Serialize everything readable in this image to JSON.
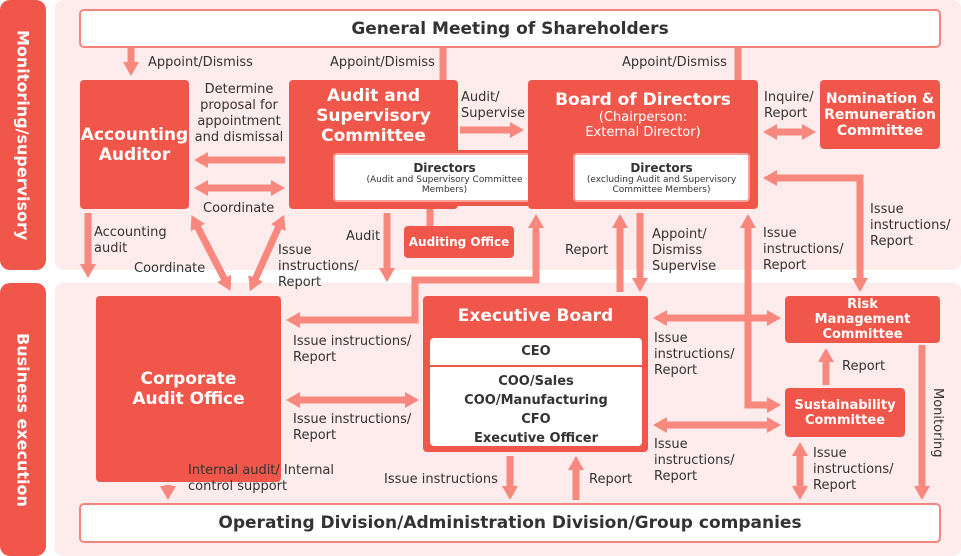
{
  "bands": {
    "monitoring": "Monitoring/supervisory",
    "business": "Business execution"
  },
  "boxes": {
    "shareholders": "General Meeting of Shareholders",
    "accounting_auditor": "Accounting Auditor",
    "audit_committee": "Audit and Supervisory Committee",
    "audit_directors_title": "Directors",
    "audit_directors_sub": "(Audit and Supervisory Committee Members)",
    "board_title": "Board of Directors",
    "board_sub": "(Chairperson: External Director)",
    "board_directors_title": "Directors",
    "board_directors_sub": "(excluding Audit and Supervisory Committee Members)",
    "nomination": "Nomination & Remuneration Committee",
    "auditing_office": "Auditing Office",
    "corporate_audit": "Corporate Audit Office",
    "executive_board": "Executive Board",
    "ceo": "CEO",
    "officers": [
      "COO/Sales",
      "COO/Manufacturing",
      "CFO",
      "Executive Officer"
    ],
    "risk": "Risk Management Committee",
    "sustainability": "Sustainability Committee",
    "operating": "Operating Division/Administration Division/Group companies"
  },
  "labels": {
    "appoint1": "Appoint/Dismiss",
    "appoint2": "Appoint/Dismiss",
    "appoint3": "Appoint/Dismiss",
    "determine": "Determine proposal for appointment and dismissal",
    "coordinate1": "Coordinate",
    "coordinate2": "Coordinate",
    "audit_supervise": "Audit/ Supervise",
    "inquire": "Inquire/ Report",
    "accounting_audit": "Accounting audit",
    "issue_report1": "Issue instructions/ Report",
    "audit": "Audit",
    "report1": "Report",
    "appoint_supervise": "Appoint/ Dismiss Supervise",
    "issue_report2": "Issue instructions/ Report",
    "issue_report3": "Issue instructions/ Report",
    "issue_report4": "Issue instructions/ Report",
    "issue_report5": "Issue instructions/ Report",
    "issue_report6": "Issue instructions/ Report",
    "issue_report7": "Issue instructions/ Report",
    "issue_report8": "Issue instructions/ Report",
    "report2": "Report",
    "monitoring": "Monitoring",
    "internal_audit": "Internal audit/ Internal control support",
    "issue_instructions": "Issue instructions",
    "report3": "Report"
  },
  "colors": {
    "primary": "#f0574a",
    "arrow": "#f8877d",
    "panel": "#fdeceb"
  }
}
